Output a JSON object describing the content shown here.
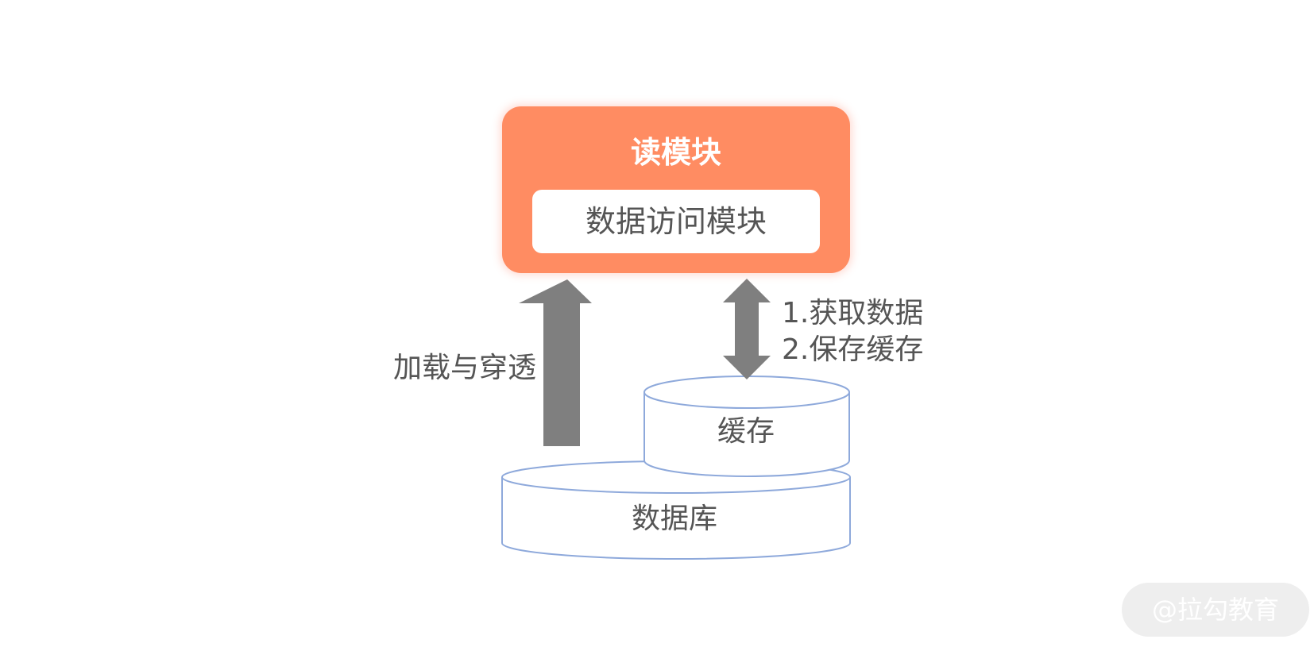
{
  "colors": {
    "module_fill": "#FF8C62",
    "arrow": "#7F7F7F",
    "cylinder_stroke": "#8EA9DB",
    "label_text": "#555555"
  },
  "read_module": {
    "title": "读模块",
    "inner_box": "数据访问模块"
  },
  "arrows": {
    "load_label": "加载与穿透",
    "cache_labels": [
      "1.获取数据",
      "2.保存缓存"
    ]
  },
  "cache": {
    "label": "缓存"
  },
  "database": {
    "label": "数据库"
  },
  "watermark": "@拉勾教育"
}
